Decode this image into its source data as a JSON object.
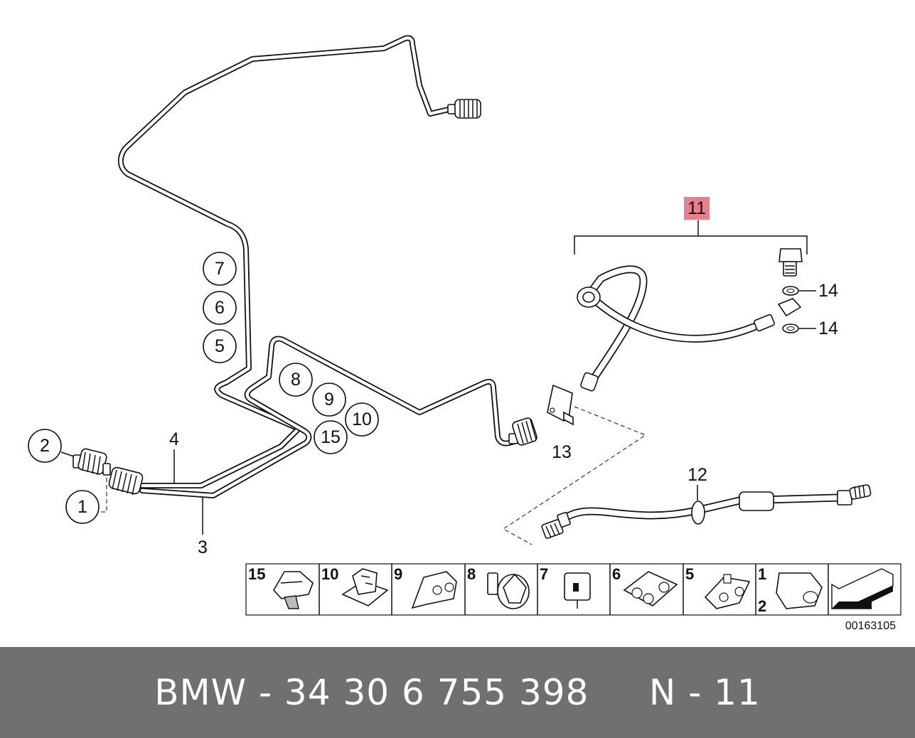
{
  "diagram": {
    "callouts": {
      "c1": "1",
      "c2": "2",
      "c3": "3",
      "c4": "4",
      "c5": "5",
      "c6": "6",
      "c7": "7",
      "c8": "8",
      "c9": "9",
      "c10": "10",
      "c11": "11",
      "c12": "12",
      "c13": "13",
      "c14a": "14",
      "c14b": "14",
      "c15": "15"
    },
    "highlight_color": "#e8808c",
    "parts_table": {
      "cells": [
        {
          "label": "15"
        },
        {
          "label": "10"
        },
        {
          "label": "9"
        },
        {
          "label": "8"
        },
        {
          "label": "7"
        },
        {
          "label": "6"
        },
        {
          "label": "5"
        },
        {
          "label": "1",
          "label2": "2"
        }
      ]
    },
    "reference_number": "00163105"
  },
  "footer": {
    "text": "BMW - 34 30 6 755 398     N - 11",
    "background": "#707070"
  }
}
